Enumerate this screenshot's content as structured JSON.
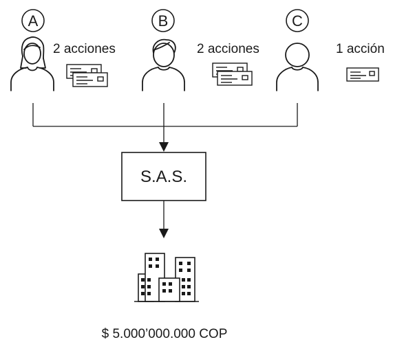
{
  "shareholders": [
    {
      "letter": "A",
      "shares_label": "2 acciones"
    },
    {
      "letter": "B",
      "shares_label": "2 acciones"
    },
    {
      "letter": "C",
      "shares_label": "1 acción"
    }
  ],
  "company": {
    "label": "S.A.S."
  },
  "capital": {
    "label": "$ 5.000’000.000 COP"
  },
  "icons": {
    "person_a": "woman-icon",
    "person_b": "man-icon",
    "person_c": "person-icon",
    "share": "share-certificate-icon",
    "company": "buildings-icon"
  }
}
